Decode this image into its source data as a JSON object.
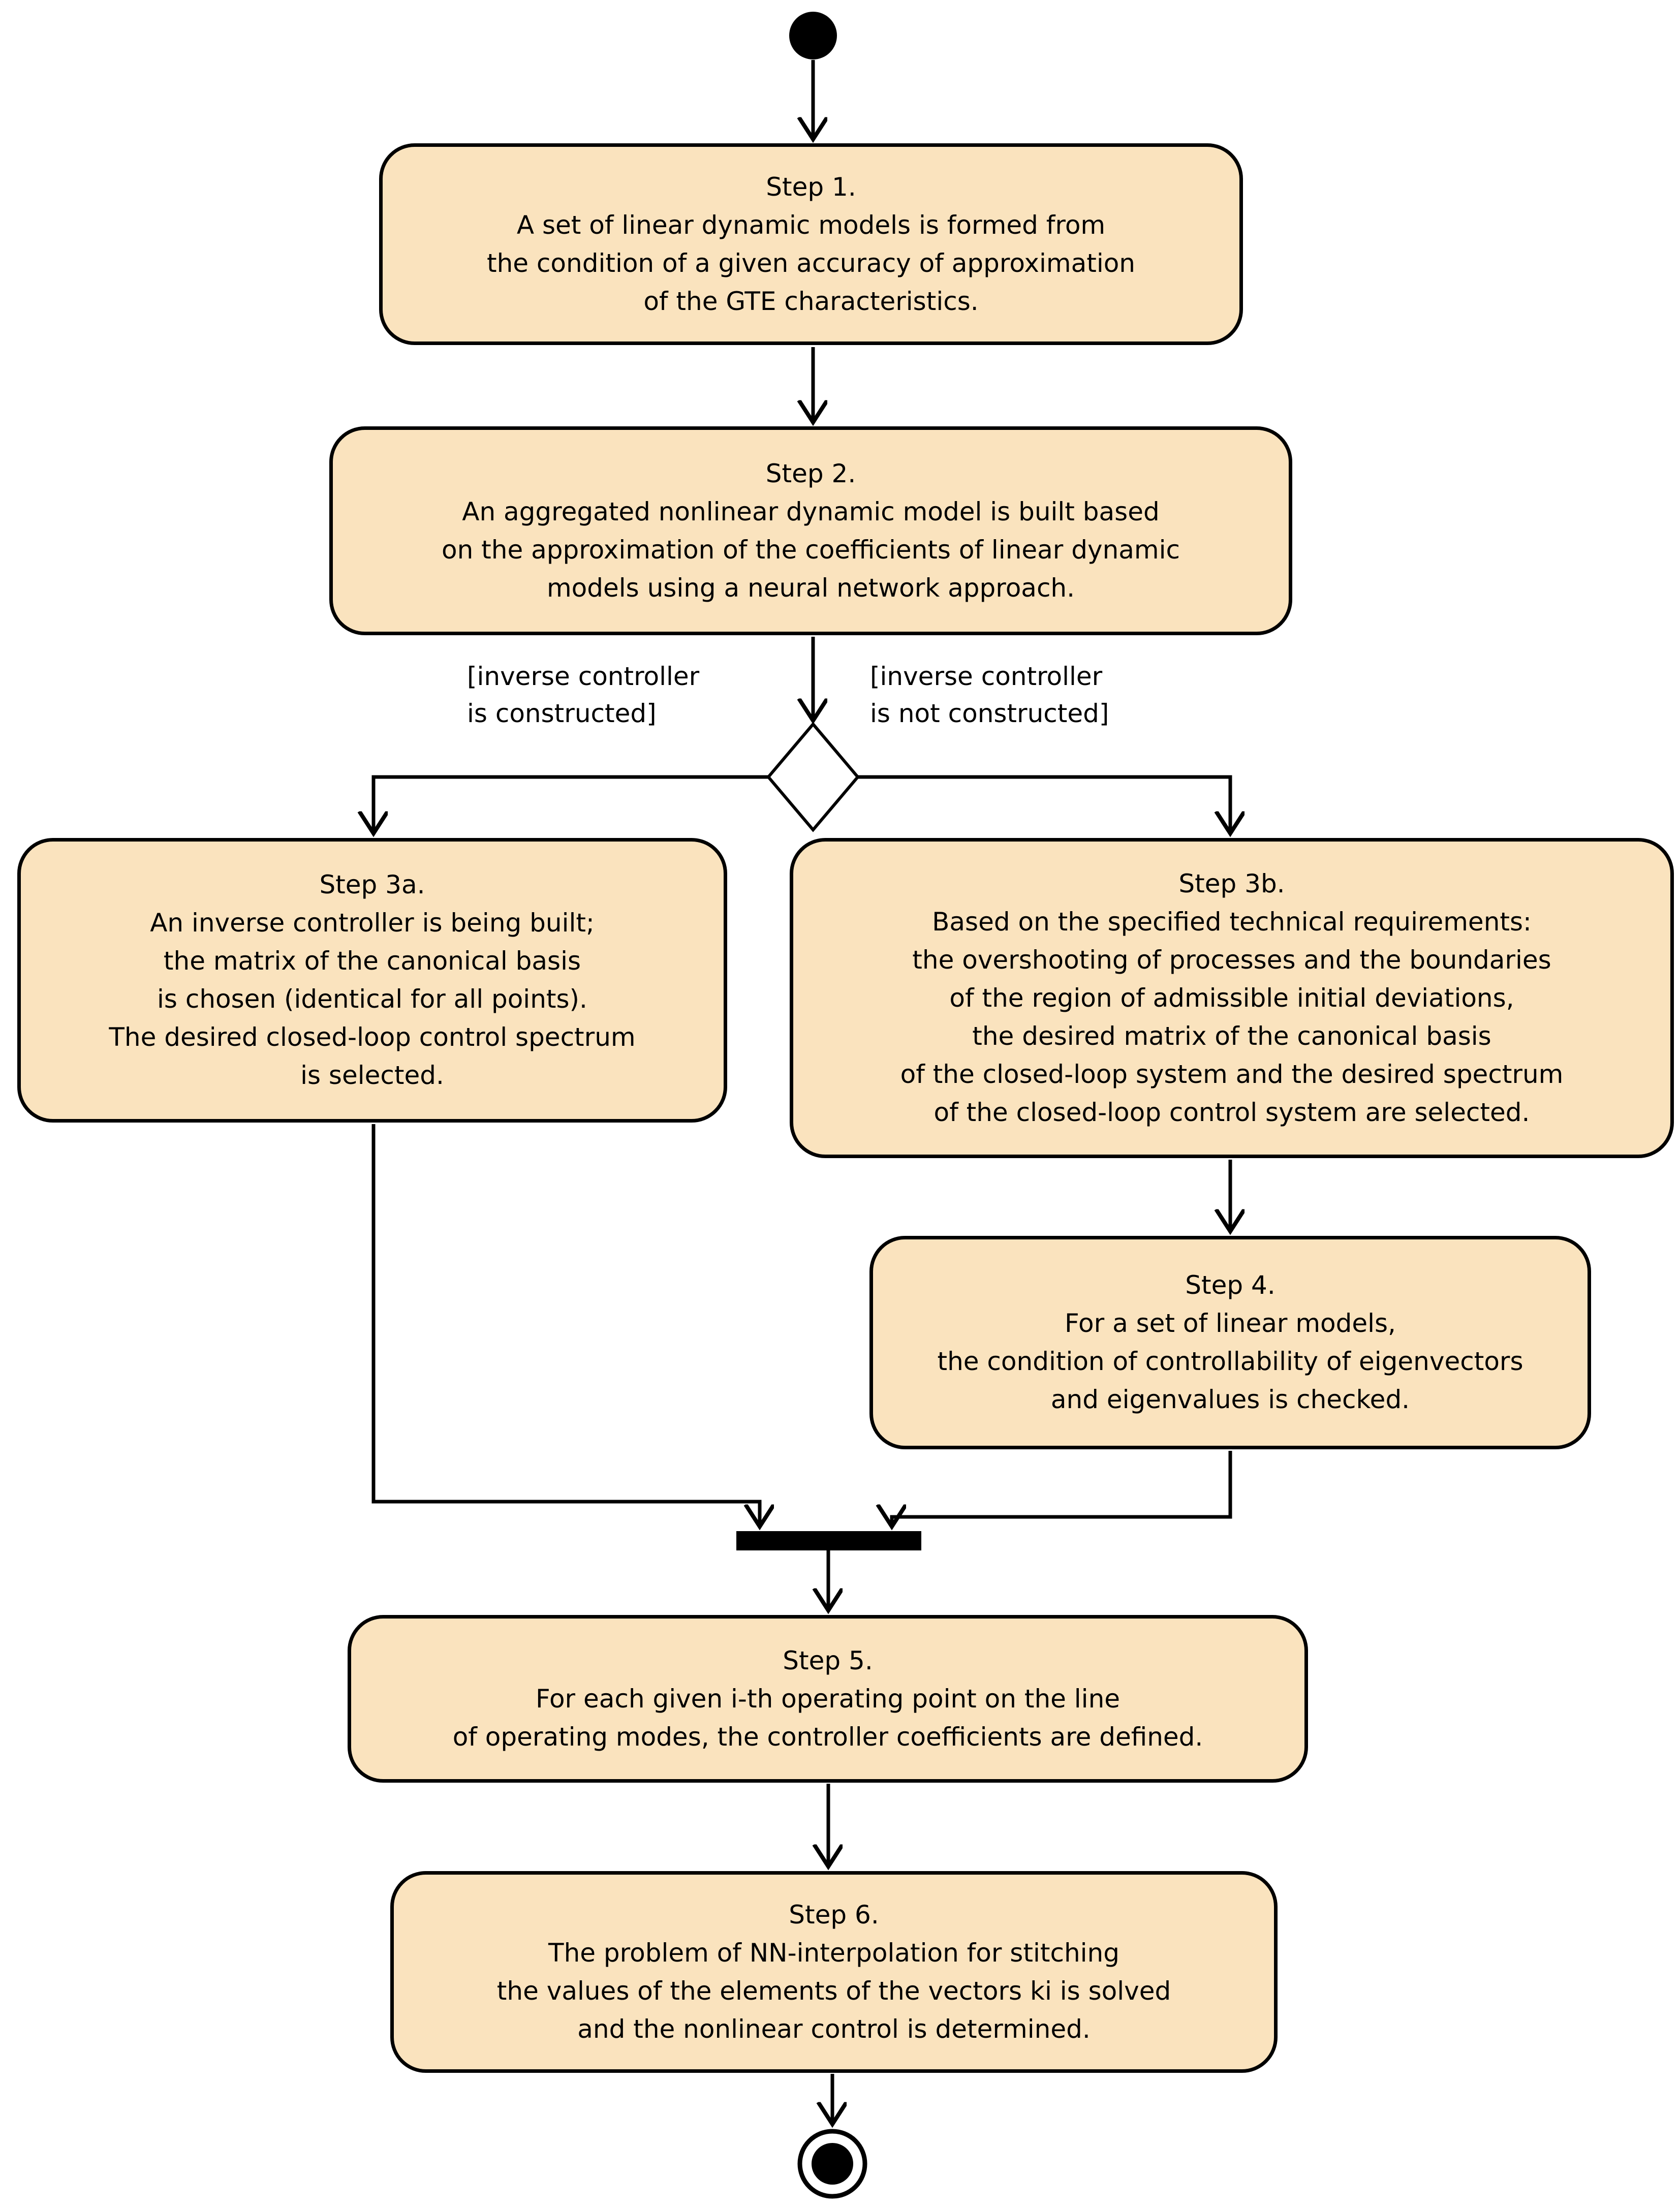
{
  "colors": {
    "node_fill": "#FAE3BE",
    "node_border": "#000000",
    "connector": "#000000",
    "decision_fill": "#FFFFFF",
    "background": "#FFFFFF",
    "text": "#000000"
  },
  "nodes": {
    "step1": {
      "text": "Step 1.\nA set of linear dynamic models is formed from\nthe condition of a given accuracy of approximation\nof the GTE characteristics."
    },
    "step2": {
      "text": "Step 2.\nAn aggregated nonlinear dynamic model is built based\non the approximation of the coefficients of linear dynamic\nmodels using a neural network approach."
    },
    "step3a": {
      "text": "Step 3a.\nAn inverse controller is being built;\nthe matrix of the canonical basis\nis chosen (identical for all points).\nThe desired closed-loop control spectrum\nis selected."
    },
    "step3b": {
      "text": "Step 3b.\nBased on the specified technical requirements:\nthe overshooting of processes and the boundaries\nof the region of admissible initial deviations,\nthe desired matrix of the canonical basis\nof the closed-loop system and the desired spectrum\nof the closed-loop control system are selected."
    },
    "step4": {
      "text": "Step 4.\nFor a set of linear models,\nthe condition of controllability of eigenvectors\nand eigenvalues is checked."
    },
    "step5": {
      "text": "Step 5.\nFor each given i-th operating point on the line\nof operating modes, the controller coefficients are defined."
    },
    "step6": {
      "text": "Step 6.\nThe problem of NN-interpolation for stitching\nthe values of the elements of the vectors ki is solved\nand the nonlinear control is determined."
    }
  },
  "guards": {
    "constructed": "[inverse controller\nis constructed]",
    "not_constructed": "[inverse controller\nis not constructed]"
  }
}
